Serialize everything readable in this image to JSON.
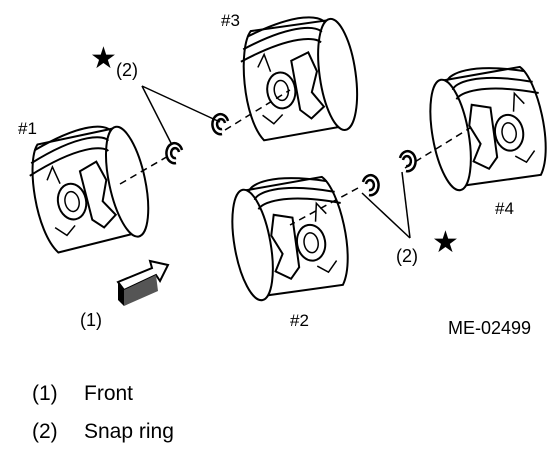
{
  "diagram": {
    "pistons": [
      {
        "id": "p1",
        "label": "#1"
      },
      {
        "id": "p2",
        "label": "#2"
      },
      {
        "id": "p3",
        "label": "#3"
      },
      {
        "id": "p4",
        "label": "#4"
      }
    ],
    "callout_front": "(1)",
    "callout_snap_top": "(2)",
    "callout_snap_right": "(2)",
    "star_glyph": "★",
    "figure_code": "ME-02499"
  },
  "legend": [
    {
      "num": "(1)",
      "text": "Front"
    },
    {
      "num": "(2)",
      "text": "Snap ring"
    }
  ]
}
